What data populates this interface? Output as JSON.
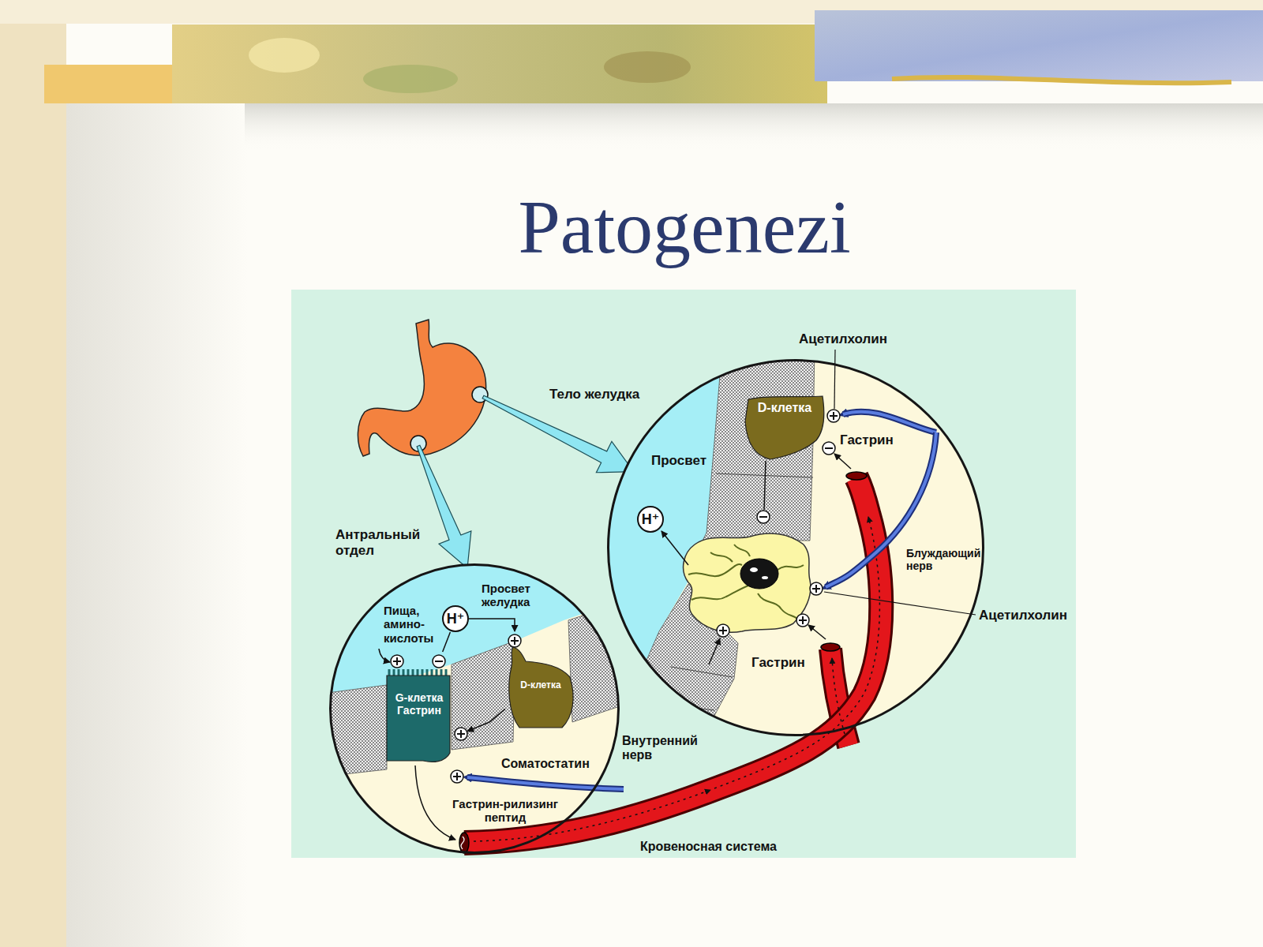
{
  "diagram": {
    "title": "Patogenezi",
    "nodes": [
      {
        "text": [
          "Тело желудка"
        ]
      },
      {
        "text": [
          "D-клетка"
        ],
        "in": 0
      },
      {
        "text": [
          "H⁺"
        ],
        "in": 0
      },
      {
        "text": [
          "Антральный отдел"
        ]
      },
      {
        "text": [
          "H⁺"
        ],
        "in": 3
      },
      {
        "text": [
          "D-клетка"
        ],
        "in": 3
      },
      {
        "text": [
          "G-клетка Гастрин"
        ],
        "in": 3
      }
    ],
    "edges": [
      {
        "from": 4,
        "to": 5,
        "arrow": "to"
      },
      {
        "from": 4,
        "to": 6,
        "arrow": "none"
      },
      {
        "from": 5,
        "to": 6,
        "arrow": "to"
      }
    ],
    "labels": [
      "Ацетилхолин",
      "Гастрин",
      "Просвет",
      "Блуждающий нерв",
      "Ацетилхолин",
      "Гастрин",
      "Пища, амино- кислоты",
      "Просвет желудка",
      "Соматостатин",
      "Внутренний нерв",
      "Гастрин-рилизинг пептид",
      "Кровеносная система"
    ]
  }
}
